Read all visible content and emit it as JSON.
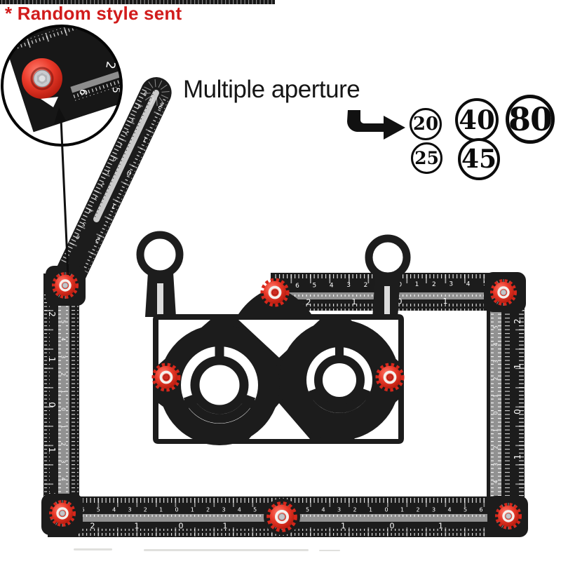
{
  "photo": {
    "note": "* Random style sent",
    "note_color": "#d11c1c",
    "feature_label": "Multiple aperture",
    "product": "multi-angle measuring ruler with aperture template",
    "knob_color": "#e23227",
    "body_color": "#1c1c1c",
    "slot_color": "#919191"
  },
  "apertures": [
    {
      "value": "20"
    },
    {
      "value": "40"
    },
    {
      "value": "80"
    },
    {
      "value": "25"
    },
    {
      "value": "45"
    }
  ],
  "scales": {
    "edge": [
      "2",
      "1",
      "0",
      "1",
      "2"
    ],
    "slot": [
      "6",
      "5",
      "4",
      "3",
      "2",
      "1",
      "0",
      "1",
      "2",
      "3",
      "4",
      "5"
    ],
    "slot_full": [
      "6",
      "5",
      "4",
      "3",
      "2",
      "1",
      "0",
      "1",
      "2",
      "3",
      "4",
      "5",
      "6"
    ],
    "magnifier": [
      "2",
      "5",
      "6"
    ]
  }
}
